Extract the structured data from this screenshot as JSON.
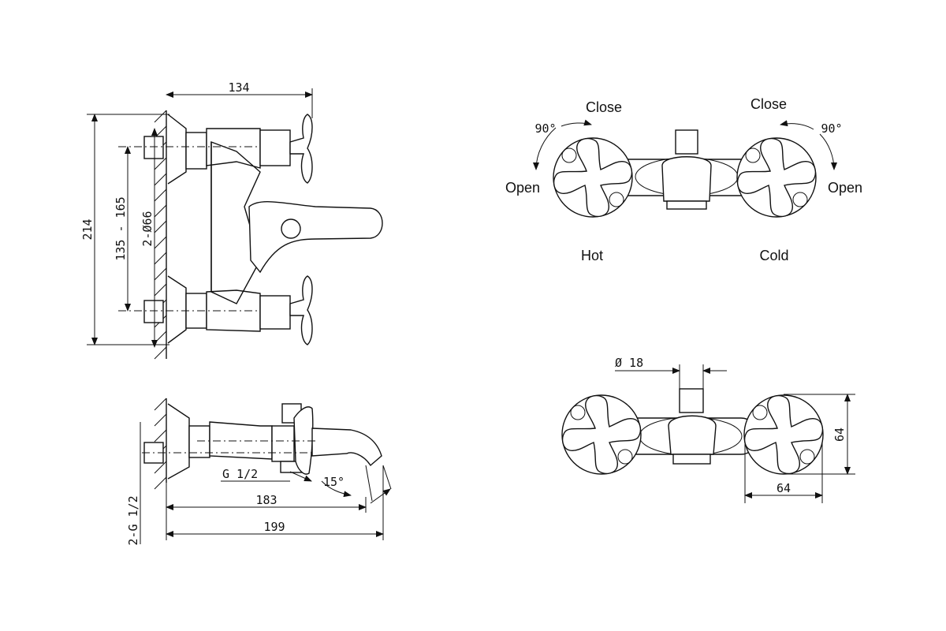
{
  "dimensions": {
    "width_top": "134",
    "height_total": "214",
    "spacing": "135 - 165",
    "diameter": "2-Ø66",
    "thread_side": "G 1/2",
    "angle": "15°",
    "depth_183": "183",
    "depth_199": "199",
    "inlet_thread": "2-G 1/2",
    "diameter_18": "Ø 18",
    "square_64_h": "64",
    "square_64_w": "64"
  },
  "labels": {
    "close_left": "Close",
    "close_right": "Close",
    "open_left": "Open",
    "open_right": "Open",
    "hot": "Hot",
    "cold": "Cold",
    "angle_left": "90°",
    "angle_right": "90°"
  }
}
